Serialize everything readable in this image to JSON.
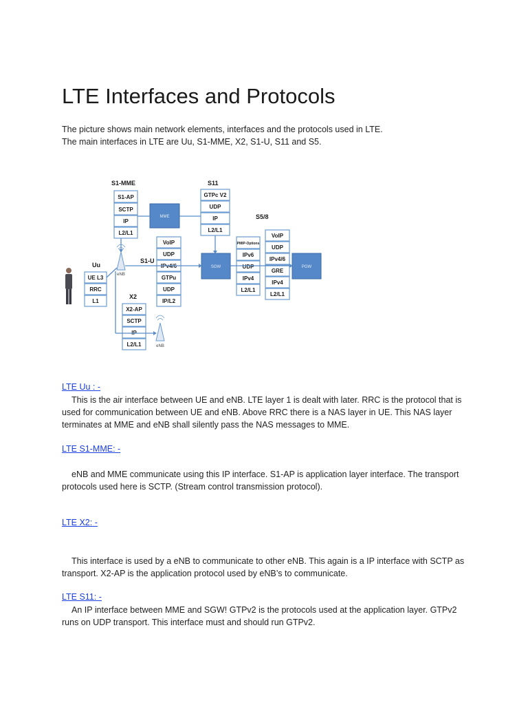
{
  "title": "LTE Interfaces and Protocols",
  "intro": [
    "The picture shows main network elements, interfaces and the protocols used in LTE.",
    "The main interfaces in LTE are Uu, S1-MME, X2, S1-U, S11 and S5."
  ],
  "diagram": {
    "headers": {
      "s1mme": "S1-MME",
      "s11": "S11",
      "s58": "S5/8",
      "s1u": "S1-U",
      "uu": "Uu",
      "x2": "X2"
    },
    "s1mme_stack": [
      "S1-AP",
      "SCTP",
      "IP",
      "L2/L1"
    ],
    "s11_stack": [
      "GTPc V2",
      "UDP",
      "IP",
      "L2/L1"
    ],
    "s1u_stack": [
      "VoIP",
      "UDP",
      "IPv4/6",
      "GTPu",
      "UDP",
      "IP/L2"
    ],
    "pmip_stack": [
      "PMIP-Options",
      "IPv6",
      "UDP",
      "IPv4",
      "L2/L1"
    ],
    "s5_stack": [
      "VoIP",
      "UDP",
      "IPv4/6",
      "GRE",
      "IPv4",
      "L2/L1"
    ],
    "uu_stack": [
      "UE L3",
      "RRC",
      "L1"
    ],
    "x2_stack": [
      "X2-AP",
      "SCTP",
      "IP",
      "L2/L1"
    ],
    "nodes": {
      "mme": "MME",
      "sgw": "SGW",
      "pgw": "PGW",
      "enb": "eNB",
      "enb2": "eNB"
    }
  },
  "sections": [
    {
      "heading": "LTE Uu : -",
      "text": "This is the air interface between UE and eNB. LTE layer 1 is dealt with later. RRC is the protocol that is used for communication between UE and eNB. Above RRC there is a NAS layer in UE. This NAS layer terminates at MME and eNB shall silently pass the NAS messages to MME."
    },
    {
      "heading": "LTE S1-MME: -",
      "text": "eNB and MME communicate using this IP interface. S1-AP is application layer interface. The transport protocols used here is SCTP. (Stream control transmission protocol)."
    },
    {
      "heading": "LTE X2: -",
      "text": "This interface is used by a eNB to communicate to other eNB. This again is a IP interface with SCTP as transport. X2-AP is the application protocol used by eNB’s to communicate."
    },
    {
      "heading": "LTE S11: -",
      "text": "An IP interface between MME and SGW! GTPv2 is the protocols used at the application layer. GTPv2 runs on UDP transport. This interface must and should run GTPv2."
    }
  ]
}
